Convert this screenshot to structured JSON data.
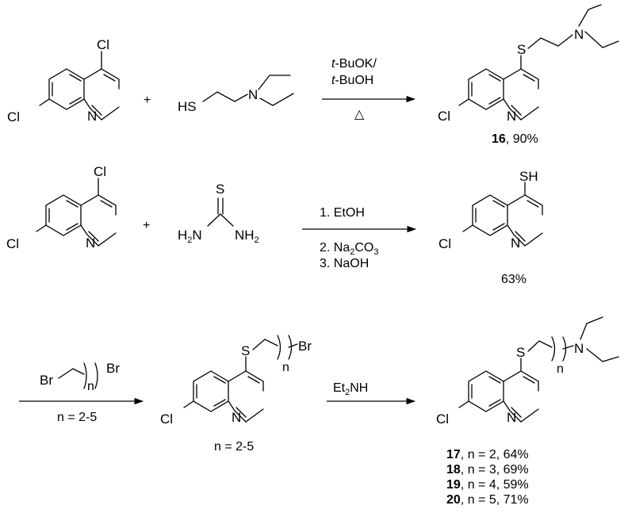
{
  "atoms": {
    "cl": "Cl",
    "n": "N",
    "s": "S",
    "hs": "HS",
    "sh": "SH",
    "br": "Br",
    "nsub": "n",
    "h2n_h": "H",
    "h2n_2": "2",
    "h2n_n": "N",
    "nh2_n": "NH",
    "nh2_2": "2"
  },
  "plus": "+",
  "reaction1": {
    "reagent_line1_italic": "t",
    "reagent_line1_rest": "-BuOK/",
    "reagent_line2_italic": "t",
    "reagent_line2_rest": "-BuOH",
    "heat_symbol": "△",
    "product_number": "16",
    "product_yield": ", 90%"
  },
  "reaction2": {
    "step1": "1. EtOH",
    "step2_prefix": "2. Na",
    "step2_sub": "2",
    "step2_suffix": "CO",
    "step2_sub2": "3",
    "step3": "3. NaOH",
    "product_yield": "63%"
  },
  "reaction3": {
    "dibromide_condition": "n = 2-5",
    "intermediate_condition": "n = 2-5",
    "amine_prefix": "Et",
    "amine_sub": "2",
    "amine_suffix": "NH",
    "products": [
      {
        "number": "17",
        "detail": ", n = 2, 64%"
      },
      {
        "number": "18",
        "detail": ", n = 3, 69%"
      },
      {
        "number": "19",
        "detail": ", n = 4, 59%"
      },
      {
        "number": "20",
        "detail": ", n = 5, 71%"
      }
    ]
  }
}
